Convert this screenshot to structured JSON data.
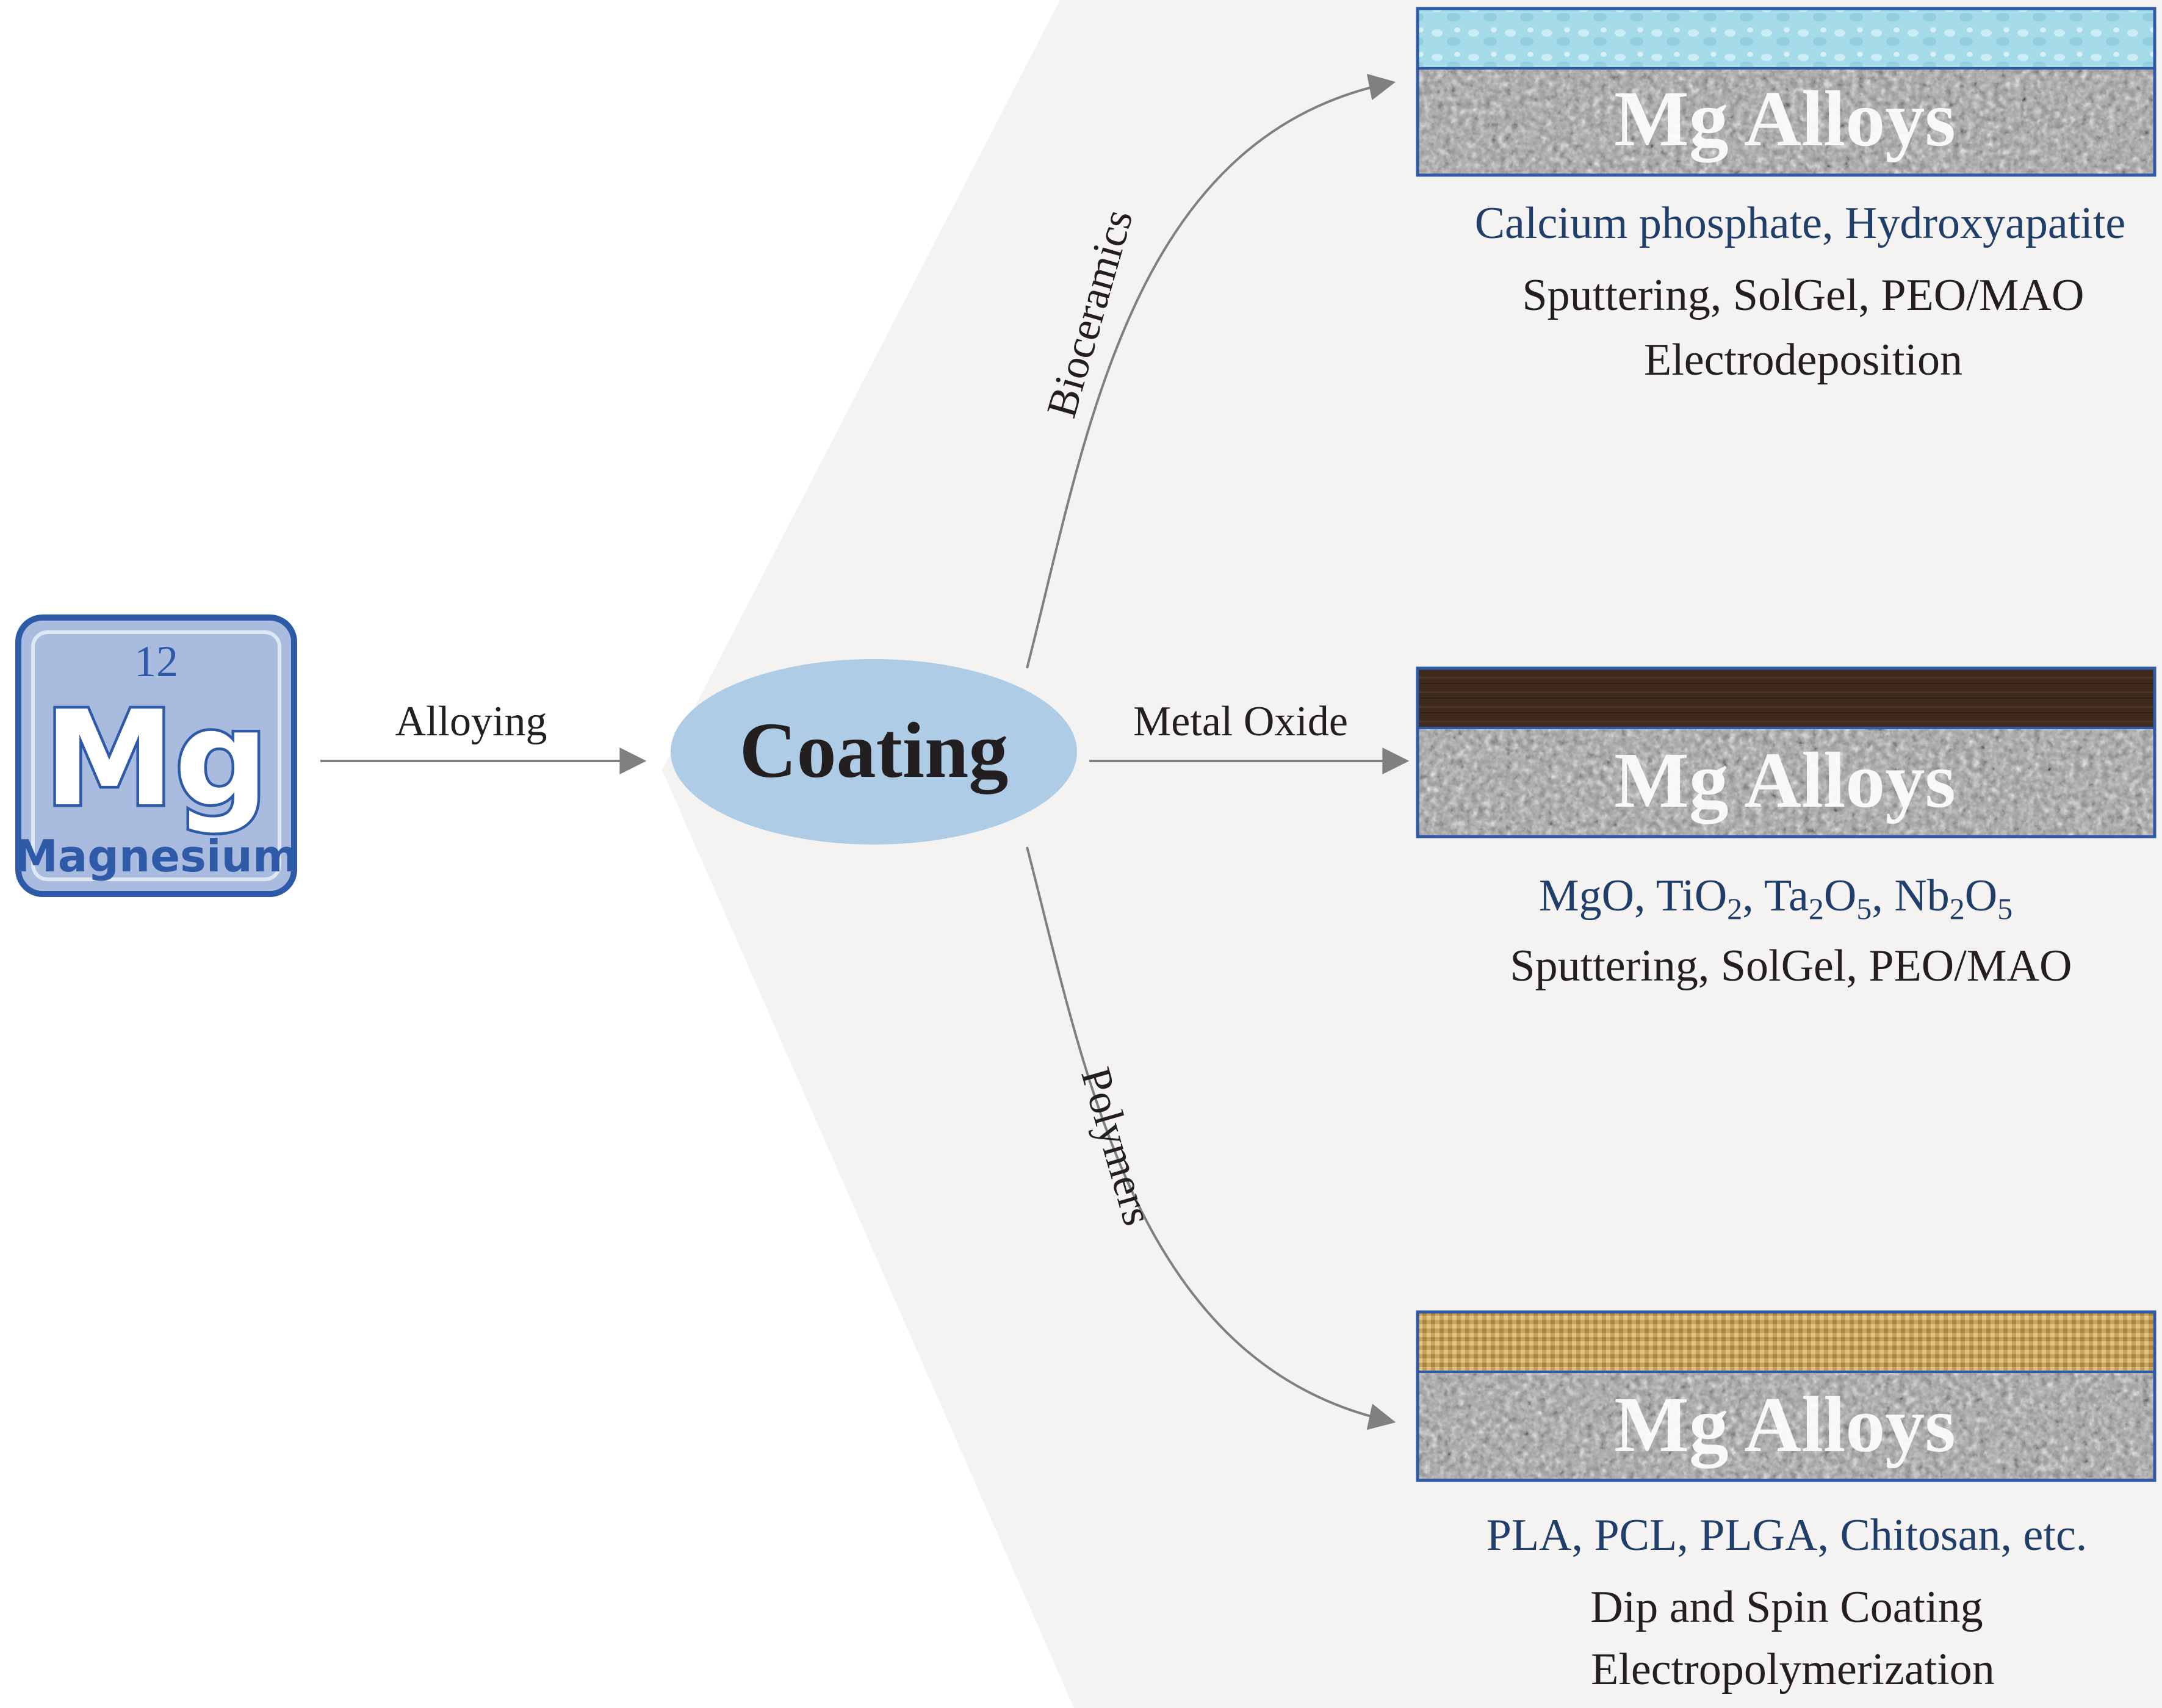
{
  "element": {
    "number": "12",
    "symbol": "Mg",
    "name": "Magnesium"
  },
  "center": {
    "label": "Coating"
  },
  "edges": {
    "alloying": "Alloying",
    "bioceramics": "Bioceramics",
    "metal_oxide": "Metal Oxide",
    "polymers": "Polymers"
  },
  "panels": {
    "bioceramics": {
      "substrate": "Mg Alloys",
      "materials": "Calcium phosphate, Hydroxyapatite",
      "methods": [
        "Sputtering, SolGel, PEO/MAO",
        "Electrodeposition"
      ]
    },
    "metal_oxide": {
      "substrate": "Mg Alloys",
      "materials": [
        "MgO",
        "TiO",
        "2",
        "Ta",
        "2",
        "O",
        "5",
        "Nb",
        "2",
        "O",
        "5"
      ],
      "methods": [
        "Sputtering, SolGel, PEO/MAO"
      ]
    },
    "polymers": {
      "substrate": "Mg Alloys",
      "materials": "PLA, PCL, PLGA, Chitosan, etc.",
      "methods": [
        "Dip and Spin Coating",
        "Electropolymerization"
      ]
    }
  },
  "colors": {
    "background_wedge": "#f4f3f2",
    "element_tile": "#a9bcdf",
    "element_border": "#2f5aa8",
    "coating_ellipse": "#aecce6",
    "arrow": "#808080",
    "material_text": "#1f3e6a",
    "method_text": "#231f20",
    "ceramic_layer": "#aadcea",
    "oxide_layer": "#3e2a1c",
    "polymer_layer": "#c9a45c",
    "alloy_gray": "#9a9a9a"
  }
}
